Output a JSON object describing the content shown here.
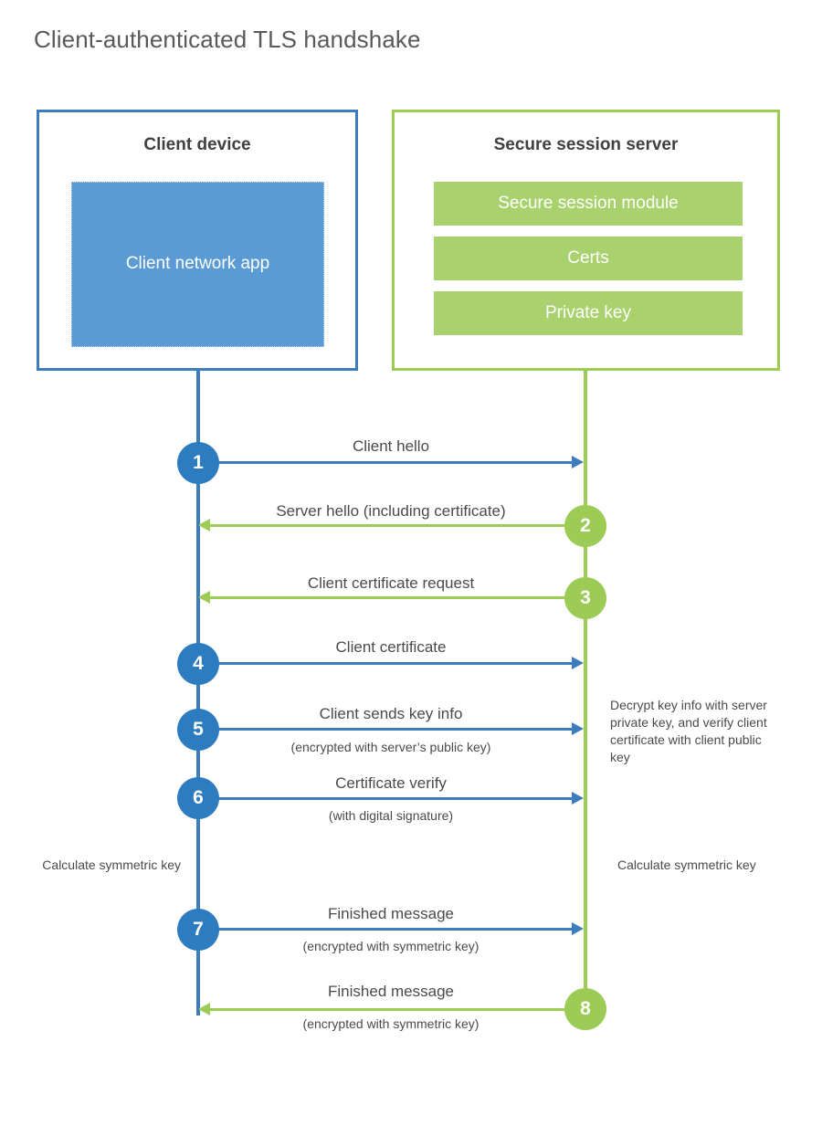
{
  "title": "Client-authenticated TLS handshake",
  "colors": {
    "client_blue": "#3d7cbd",
    "client_app_fill": "#5b9bd5",
    "step_blue": "#2e7cc0",
    "server_green": "#9ccc55",
    "server_bar_fill": "#a9d26e",
    "text_gray": "#4a4a4a",
    "title_gray": "#59595b",
    "background": "#ffffff"
  },
  "client": {
    "title": "Client device",
    "app_label": "Client network app"
  },
  "server": {
    "title": "Secure session server",
    "modules": [
      "Secure session module",
      "Certs",
      "Private key"
    ]
  },
  "steps": [
    {
      "number": "1",
      "label": "Client hello",
      "sublabel": "",
      "direction": "client-to-server",
      "color": "blue"
    },
    {
      "number": "2",
      "label": "Server hello (including certificate)",
      "sublabel": "",
      "direction": "server-to-client",
      "color": "green"
    },
    {
      "number": "3",
      "label": "Client certificate request",
      "sublabel": "",
      "direction": "server-to-client",
      "color": "green"
    },
    {
      "number": "4",
      "label": "Client certificate",
      "sublabel": "",
      "direction": "client-to-server",
      "color": "blue"
    },
    {
      "number": "5",
      "label": "Client sends key info",
      "sublabel": "(encrypted with server’s public key)",
      "direction": "client-to-server",
      "color": "blue"
    },
    {
      "number": "6",
      "label": "Certificate verify",
      "sublabel": "(with digital signature)",
      "direction": "client-to-server",
      "color": "blue"
    },
    {
      "number": "7",
      "label": "Finished message",
      "sublabel": "(encrypted with symmetric key)",
      "direction": "client-to-server",
      "color": "blue"
    },
    {
      "number": "8",
      "label": "Finished message",
      "sublabel": "(encrypted with symmetric key)",
      "direction": "server-to-client",
      "color": "green"
    }
  ],
  "annotations": {
    "server_decrypt": "Decrypt key info with server private key, and verify client certificate with client public key",
    "client_calculate": "Calculate symmetric key",
    "server_calculate": "Calculate symmetric key"
  }
}
